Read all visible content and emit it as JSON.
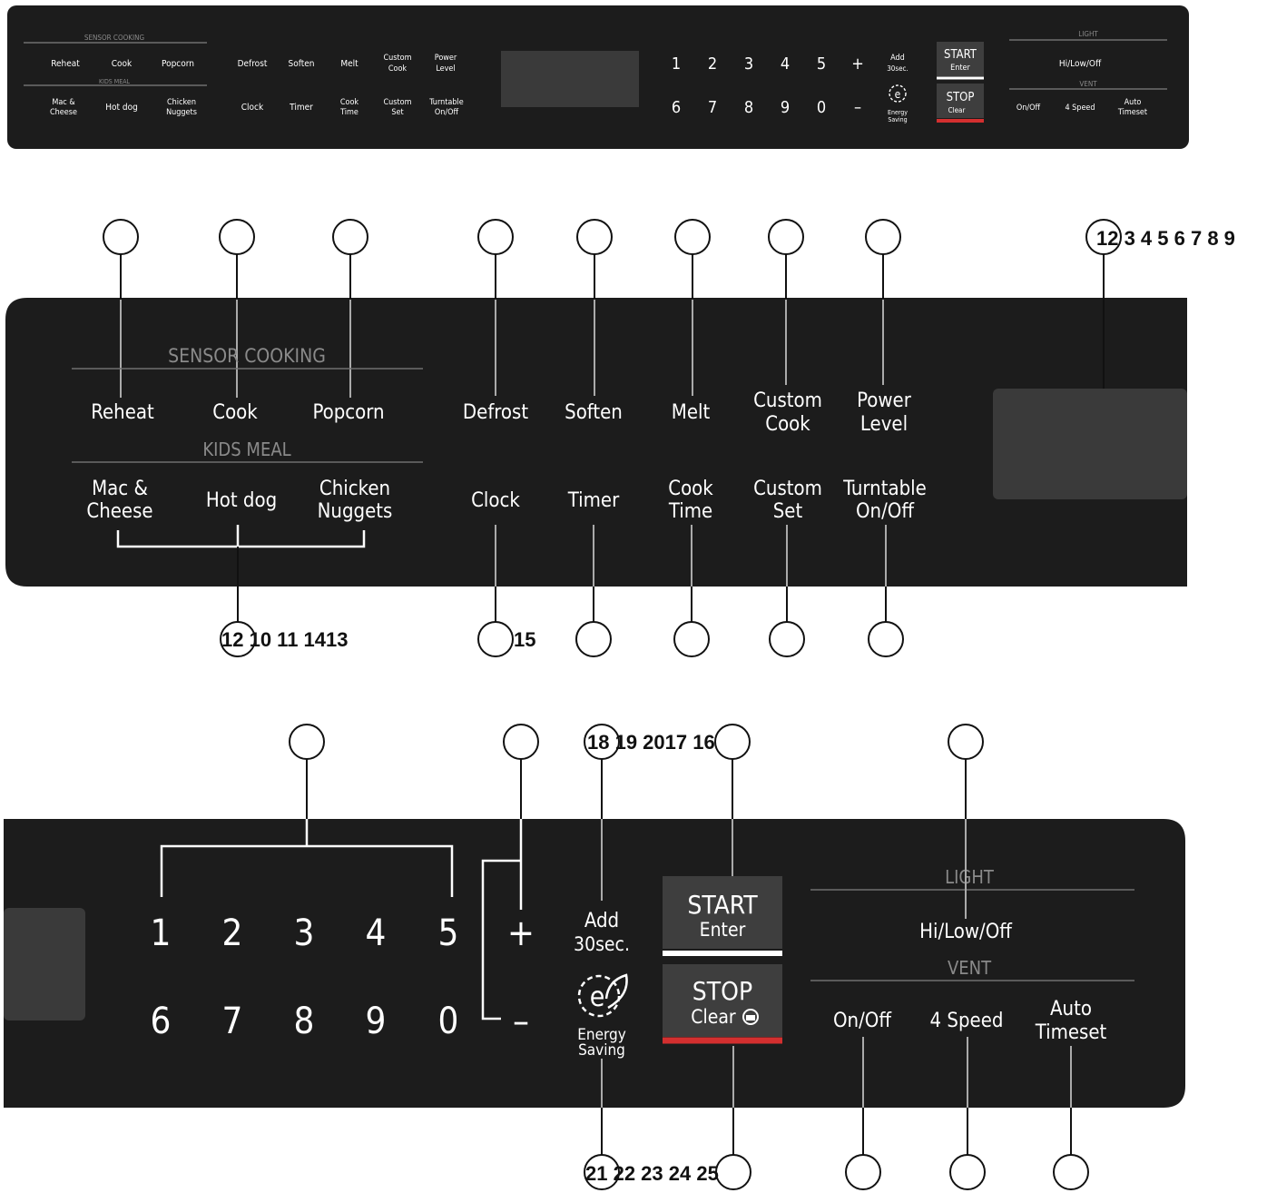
{
  "panel": {
    "sensor_cooking": "SENSOR COOKING",
    "kids_meal": "KIDS MEAL",
    "light": "LIGHT",
    "vent": "VENT",
    "reheat": "Reheat",
    "cook": "Cook",
    "popcorn": "Popcorn",
    "mac_cheese": [
      "Mac &",
      "Cheese"
    ],
    "hot_dog": "Hot dog",
    "chicken_nuggets": [
      "Chicken",
      "Nuggets"
    ],
    "defrost": "Defrost",
    "soften": "Soften",
    "melt": "Melt",
    "custom_cook": [
      "Custom",
      "Cook"
    ],
    "power_level": [
      "Power",
      "Level"
    ],
    "clock": "Clock",
    "timer": "Timer",
    "cook_time": [
      "Cook",
      "Time"
    ],
    "custom_set": [
      "Custom",
      "Set"
    ],
    "turntable": [
      "Turntable",
      "On/Off"
    ],
    "digits_top": [
      "1",
      "2",
      "3",
      "4",
      "5"
    ],
    "digits_bottom": [
      "6",
      "7",
      "8",
      "9",
      "0"
    ],
    "plus": "+",
    "minus": "–",
    "add_30": [
      "Add",
      "30sec."
    ],
    "energy_saving": [
      "Energy",
      "Saving"
    ],
    "energy_icon": "e",
    "start": "START",
    "enter": "Enter",
    "stop": "STOP",
    "clear": "Clear",
    "hi_low_off": "Hi/Low/Off",
    "on_off": "On/Off",
    "four_speed": "4 Speed",
    "auto_timeset": [
      "Auto",
      "Timeset"
    ]
  },
  "callouts": {
    "group1": "12 3 4 5 6 7 8 9",
    "group2": "12 10 11 1413",
    "group3": "15",
    "group4": "18 19 2017 16",
    "group5": "21 22 23 24 25"
  },
  "icons": {
    "energy": "leaf-e-icon",
    "lock": "lock-icon"
  },
  "colors": {
    "panel": "#1c1c1c",
    "button": "#3e3e3e",
    "stop_accent": "#d32f2f",
    "display": "#3a3a3a"
  }
}
